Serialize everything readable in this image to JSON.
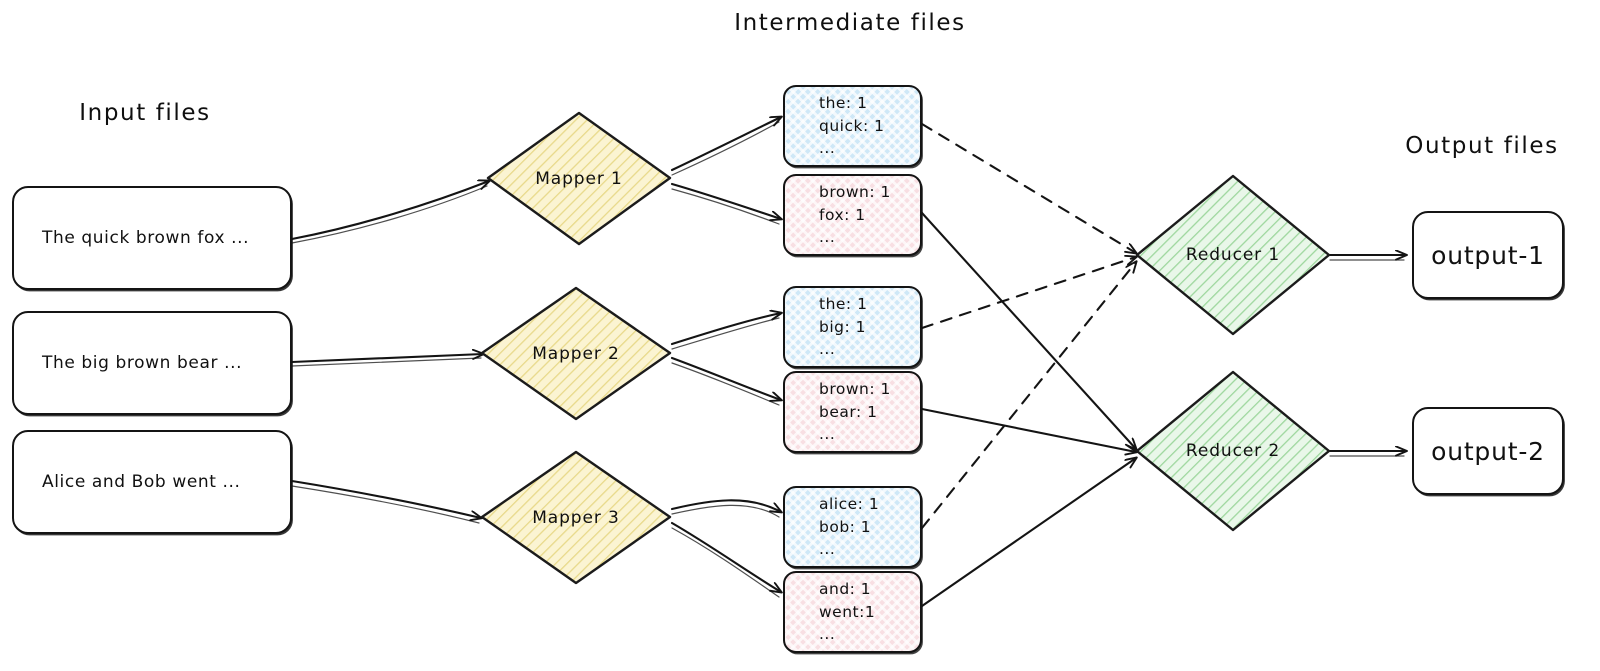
{
  "titles": {
    "input": "Input files",
    "intermediate": "Intermediate files",
    "output": "Output files"
  },
  "colors": {
    "mapper_fill": "#fbf4d2",
    "mapper_hatch": "#e8d98a",
    "reducer_fill": "#e4f5e4",
    "reducer_hatch": "#9ed79e",
    "blue_fill": "#cfe8f7",
    "pink_fill": "#f8dfe3",
    "stroke": "#141414"
  },
  "input_files": [
    {
      "id": "input-1",
      "text": "The quick brown fox ..."
    },
    {
      "id": "input-2",
      "text": "The big brown bear ..."
    },
    {
      "id": "input-3",
      "text": "Alice and Bob went ..."
    }
  ],
  "mappers": [
    {
      "id": "mapper-1",
      "label": "Mapper 1"
    },
    {
      "id": "mapper-2",
      "label": "Mapper 2"
    },
    {
      "id": "mapper-3",
      "label": "Mapper 3"
    }
  ],
  "intermediate_files": [
    {
      "id": "inter-1-blue",
      "color": "blue",
      "lines": [
        "the: 1",
        "quick: 1",
        "..."
      ]
    },
    {
      "id": "inter-1-pink",
      "color": "pink",
      "lines": [
        "brown: 1",
        "fox: 1",
        "..."
      ]
    },
    {
      "id": "inter-2-blue",
      "color": "blue",
      "lines": [
        "the: 1",
        "big: 1",
        "..."
      ]
    },
    {
      "id": "inter-2-pink",
      "color": "pink",
      "lines": [
        "brown: 1",
        "bear: 1",
        "..."
      ]
    },
    {
      "id": "inter-3-blue",
      "color": "blue",
      "lines": [
        "alice: 1",
        "bob: 1",
        "..."
      ]
    },
    {
      "id": "inter-3-pink",
      "color": "pink",
      "lines": [
        "and: 1",
        "went:1",
        "..."
      ]
    }
  ],
  "reducers": [
    {
      "id": "reducer-1",
      "label": "Reducer 1"
    },
    {
      "id": "reducer-2",
      "label": "Reducer 2"
    }
  ],
  "output_files": [
    {
      "id": "output-1",
      "text": "output-1"
    },
    {
      "id": "output-2",
      "text": "output-2"
    }
  ]
}
